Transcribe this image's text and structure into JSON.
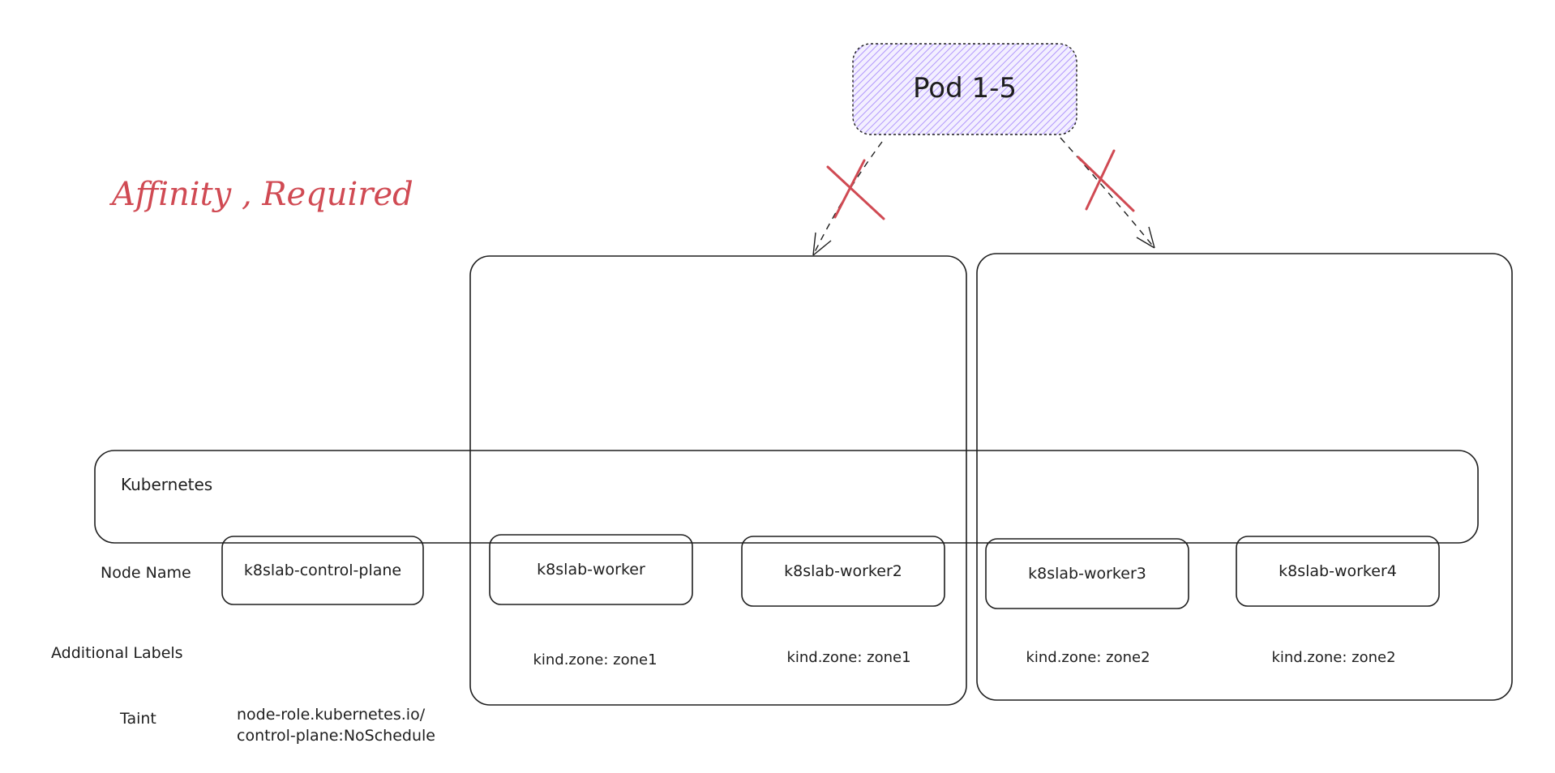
{
  "title": "Affinity , Required",
  "pod": {
    "label": "Pod 1-5",
    "fill_color": "#b197fc"
  },
  "cluster": {
    "label": "Kubernetes"
  },
  "row_labels": {
    "node_name": "Node Name",
    "additional_labels": "Additional Labels",
    "taint": "Taint"
  },
  "nodes": [
    {
      "name": "k8slab-control-plane",
      "label": ""
    },
    {
      "name": "k8slab-worker",
      "label": "kind.zone: zone1"
    },
    {
      "name": "k8slab-worker2",
      "label": "kind.zone: zone1"
    },
    {
      "name": "k8slab-worker3",
      "label": "kind.zone: zone2"
    },
    {
      "name": "k8slab-worker4",
      "label": "kind.zone: zone2"
    }
  ],
  "taint": {
    "line1": "node-role.kubernetes.io/",
    "line2": "control-plane:NoSchedule"
  },
  "colors": {
    "stroke": "#1e1e1e",
    "cross": "#d04a53",
    "title": "#d04a53"
  }
}
